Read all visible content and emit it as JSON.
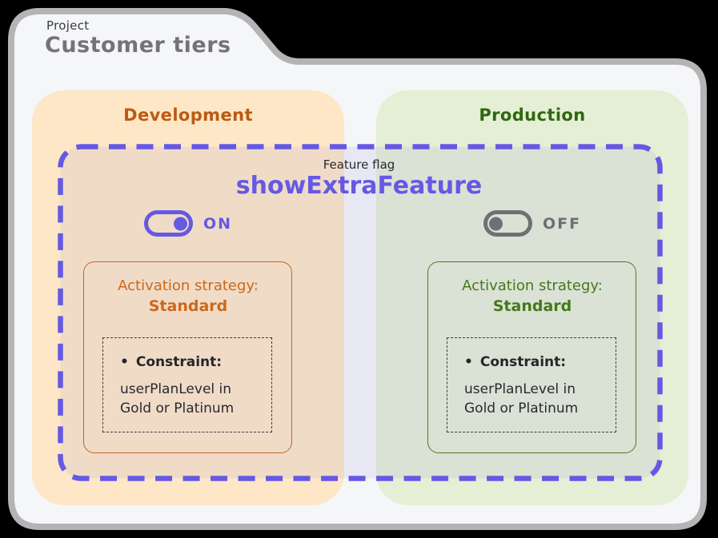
{
  "project": {
    "label": "Project",
    "title": "Customer tiers"
  },
  "flag": {
    "label": "Feature flag",
    "name": "showExtraFeature"
  },
  "environments": [
    {
      "name": "Development",
      "toggle_state": "ON",
      "strategy_label": "Activation strategy:",
      "strategy_value": "Standard",
      "constraint_bullet": "•",
      "constraint_title": "Constraint:",
      "constraint_line1": "userPlanLevel in",
      "constraint_line2": "Gold or Platinum"
    },
    {
      "name": "Production",
      "toggle_state": "OFF",
      "strategy_label": "Activation strategy:",
      "strategy_value": "Standard",
      "constraint_bullet": "•",
      "constraint_title": "Constraint:",
      "constraint_line1": "userPlanLevel in",
      "constraint_line2": "Gold or Platinum"
    }
  ],
  "colors": {
    "accent_purple": "#6559e4",
    "dev_header": "#bb5a12",
    "prod_header": "#2f680e",
    "dev_panel_bg": "#fde7c6",
    "prod_panel_bg": "#e5efd5",
    "toggle_off_gray": "#707074",
    "folder_border": "#b4b4b6",
    "folder_fill": "#f5f6f8"
  }
}
